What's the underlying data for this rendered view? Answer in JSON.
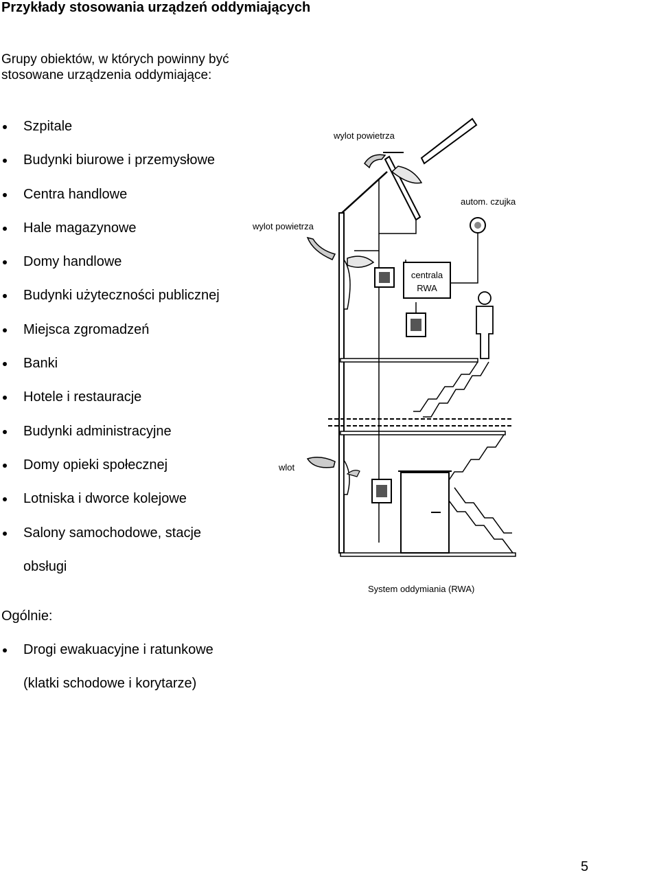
{
  "title": "Przykłady stosowania urządzeń oddymiających",
  "intro": "Grupy obiektów, w których powinny być stosowane urządzenia oddymiające:",
  "objects": [
    "Szpitale",
    "Budynki biurowe i przemysłowe",
    "Centra handlowe",
    "Hale magazynowe",
    "Domy handlowe",
    "Budynki użyteczności publicznej",
    "Miejsca zgromadzeń",
    "Banki",
    "Hotele i restauracje",
    "Budynki administracyjne",
    "Domy opieki społecznej",
    "Lotniska i dworce kolejowe",
    "Salony samochodowe, stacje obsługi"
  ],
  "general_heading": "Ogólnie:",
  "general_items": [
    "Drogi ewakuacyjne i ratunkowe (klatki schodowe i korytarze)"
  ],
  "figure": {
    "label_outlet_top": "wylot powietrza",
    "label_outlet_wall": "wylot  powietrza",
    "label_sensor": "autom. czujka",
    "label_central_1": "centrala",
    "label_central_2": "RWA",
    "label_inlet": "wlot",
    "caption": "System oddymiania (RWA)"
  },
  "page_number": "5"
}
